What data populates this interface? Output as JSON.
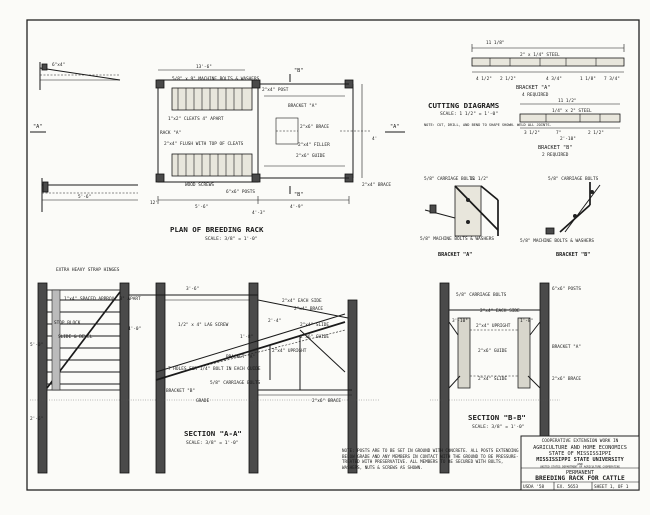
{
  "plan": {
    "view_a_left": "\"A\"",
    "view_a_right": "\"A\"",
    "view_b_top": "\"B\"",
    "view_b_bottom": "\"B\"",
    "dim_overall": "13'-6\"",
    "dim_bottom_left": "5'-6\"",
    "dim_bottom_mid": "4'-9\"",
    "dim_bottom_right": "4'-3\"",
    "dim_width": "12'",
    "dim_4ft": "4'",
    "labels": {
      "machine_bolts": "5/8\" x 9\" MACHINE BOLTS & WASHERS",
      "post_2x4": "2\"x4\" POST",
      "cleats": "1\"x2\" CLEATS 4\" APART",
      "rack": "RACK \"A\"",
      "flush": "2\"x4\" FLUSH WITH TOP OF CLEATS",
      "wood_screws": "WOOD SCREWS",
      "posts_6x6": "6\"x6\" POSTS",
      "brace": "2\"x6\" BRACE",
      "filler": "2\"x4\" FILLER",
      "guide": "2\"x6\" GUIDE",
      "bracket_a": "BRACKET \"A\"",
      "brace_right": "2\"x4\" BRACE"
    },
    "title": "PLAN OF BREEDING RACK",
    "scale": "SCALE: 3/8\" = 1'-0\""
  },
  "cutting": {
    "title": "CUTTING DIAGRAMS",
    "scale": "SCALE: 1 1/2\" = 1'-0\"",
    "note": "NOTE: CUT, DRILL, AND BEND TO SHAPE SHOWN. WELD ALL JOINTS.",
    "bracket_a_label": "BRACKET \"A\"",
    "bracket_a_req": "4 REQUIRED",
    "bracket_b_label": "BRACKET \"B\"",
    "bracket_b_req": "2 REQUIRED",
    "steel_a": "2\" x 1/4\" STEEL",
    "steel_b": "1/4\" x 2\" STEEL",
    "dims_a": [
      "11 1/8\"",
      "4 1/2\"",
      "2 1/2\"",
      "4 3/4\"",
      "1 1/8\"",
      "7 3/4\""
    ],
    "dims_b": [
      "11 1/2\"",
      "3 1/2\"",
      "7\"",
      "2 1/2\"",
      "2'-10\""
    ]
  },
  "brackets": {
    "a_caption": "BRACKET \"A\"",
    "b_caption": "BRACKET \"B\"",
    "carriage_bolts": "5/8\" CARRIAGE BOLTS",
    "machine_bolts": "5/8\" MACHINE BOLTS & WASHERS",
    "dim_11": "11 1/2\""
  },
  "section_aa": {
    "title": "SECTION \"A-A\"",
    "scale": "SCALE: 3/8\" = 1'-0\"",
    "strap_hinges": "EXTRA HEAVY STRAP HINGES",
    "spaced": "1\"x4\" SPACED APPROX. 8\" APART",
    "stop_block": "STOP BLOCK",
    "slide_bevel": "SLIDE & BEVEL",
    "each_side": "2\"x4\" EACH SIDE",
    "brace_2x4": "2\"x4\" BRACE",
    "lag_screw": "1/2\" x 4\" LAG SCREW",
    "slide": "2\"x4\" SLIDE",
    "guide": "2\"x6\" GUIDE",
    "upright": "2\"x4\" UPRIGHT",
    "holes": "7 HOLES FOR 1/4\" BOLT IN EACH GUIDE",
    "carriage_bolts": "5/8\" CARRIAGE BOLTS",
    "bracket_a": "BRACKET \"A\"",
    "bracket_b": "BRACKET \"B\"",
    "grade": "GRADE",
    "brace_2x6": "2\"x6\" BRACE",
    "dims": [
      "5'-0\"",
      "2'-6\"",
      "3'-6\"",
      "4'-0\"",
      "2'-4\"",
      "1'-8\""
    ]
  },
  "section_bb": {
    "title": "SECTION \"B-B\"",
    "scale": "SCALE: 3/8\" = 1'-0\"",
    "posts": "6\"x6\" POSTS",
    "carriage_bolts": "5/8\" CARRIAGE BOLTS",
    "each_side": "2\"x4\" EACH SIDE",
    "upright": "2\"x4\" UPRIGHT",
    "guide": "2\"x6\" GUIDE",
    "bracket_a": "BRACKET \"A\"",
    "brace_2x6": "2\"x6\" BRACE",
    "slide": "2\"x4\" SLIDE",
    "dims": [
      "3'-10\"",
      "1'-8\""
    ]
  },
  "note": "NOTE: POSTS ARE TO BE SET IN GROUND WITH CONCRETE. ALL POSTS EXTENDING BELOW GRADE AND ANY MEMBERS IN CONTACT WITH THE GROUND TO BE PRESSURE-TREATED WITH PRESERVATIVE. ALL MEMBERS TO BE SECURED WITH BOLTS, WASHERS, NUTS & SCREWS AS SHOWN.",
  "title_block": {
    "line1": "COOPERATIVE EXTENSION WORK IN",
    "line2": "AGRICULTURE AND HOME ECONOMICS",
    "line3": "STATE OF MISSISSIPPI",
    "line4": "MISSISSIPPI STATE UNIVERSITY",
    "line5": "AND",
    "line6": "UNITED STATES DEPARTMENT OF AGRICULTURE COOPERATING",
    "permanent": "PERMANENT",
    "drawing_title": "BREEDING RACK FOR CATTLE",
    "usda": "USDA '58",
    "ex_no": "EX. 5653",
    "sheet": "SHEET 1, OF 1"
  }
}
